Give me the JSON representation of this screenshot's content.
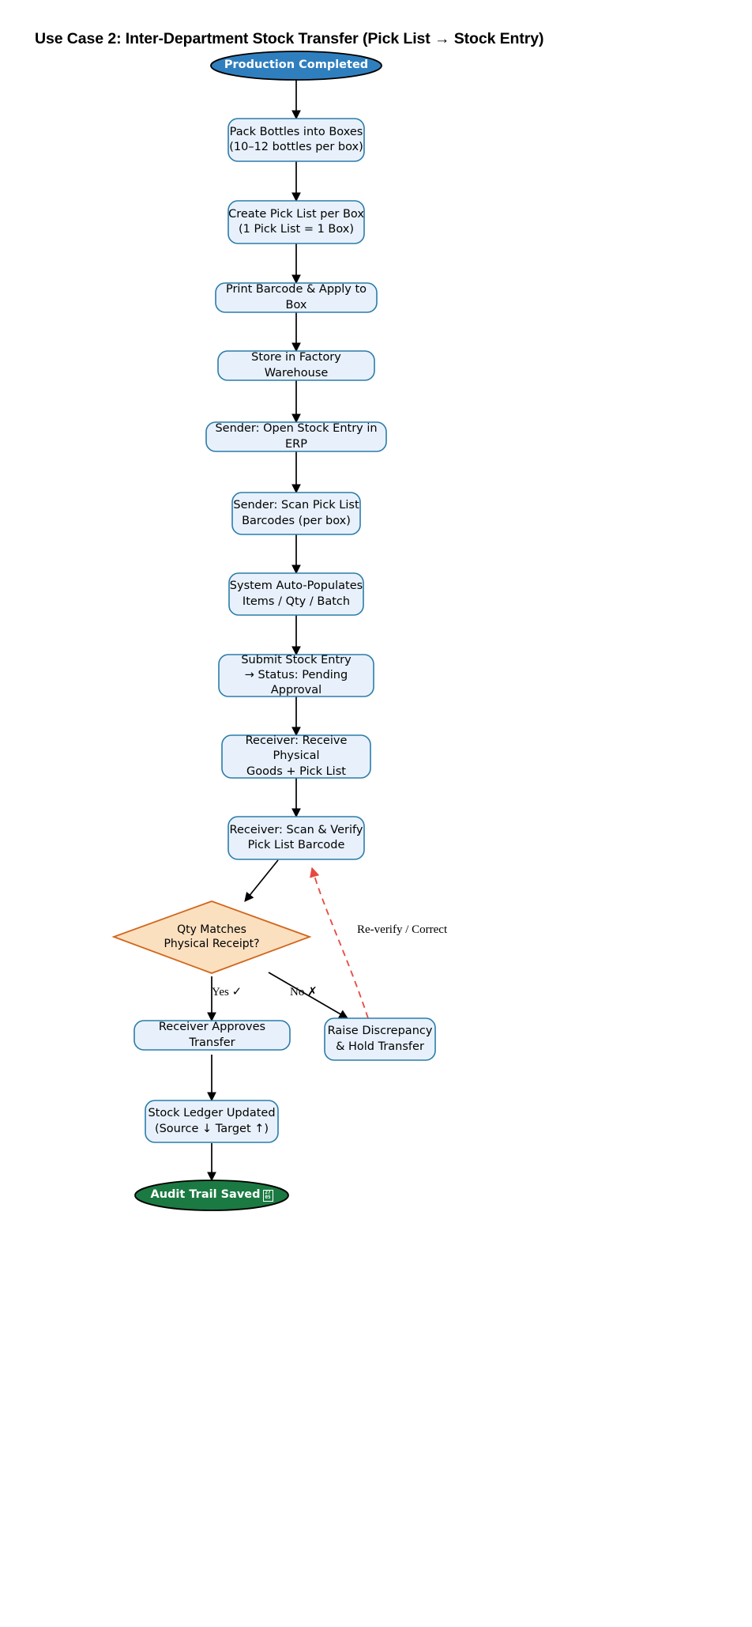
{
  "title": "Use Case 2: Inter-Department Stock Transfer (Pick List → Stock Entry)",
  "colors": {
    "start_fill": "#2f7fbf",
    "start_stroke": "#000000",
    "end_fill": "#1a7a42",
    "end_stroke": "#000000",
    "process_fill": "#e8f1fb",
    "process_stroke": "#2b7cab",
    "decision_fill": "#fbe0c0",
    "decision_stroke": "#d2661a",
    "edge": "#000000",
    "error_edge": "#e8473f",
    "text": "#000000",
    "terminal_text": "#ffffff"
  },
  "nodes": {
    "start": {
      "shape": "stadium",
      "lines": [
        "Production Completed"
      ]
    },
    "pack": {
      "shape": "rounded-rect",
      "lines": [
        "Pack Bottles into Boxes",
        "(10–12 bottles per box)"
      ]
    },
    "picklist": {
      "shape": "rounded-rect",
      "lines": [
        "Create Pick List per Box",
        "(1 Pick List = 1 Box)"
      ]
    },
    "barcode": {
      "shape": "rounded-rect",
      "lines": [
        "Print Barcode & Apply to Box"
      ]
    },
    "store": {
      "shape": "rounded-rect",
      "lines": [
        "Store in Factory Warehouse"
      ]
    },
    "openentry": {
      "shape": "rounded-rect",
      "lines": [
        "Sender: Open Stock Entry in ERP"
      ]
    },
    "scan": {
      "shape": "rounded-rect",
      "lines": [
        "Sender: Scan Pick List",
        "Barcodes (per box)"
      ]
    },
    "autopop": {
      "shape": "rounded-rect",
      "lines": [
        "System Auto-Populates",
        "Items / Qty / Batch"
      ]
    },
    "submit": {
      "shape": "rounded-rect",
      "lines": [
        "Submit Stock Entry",
        "→ Status: Pending Approval"
      ]
    },
    "receive": {
      "shape": "rounded-rect",
      "lines": [
        "Receiver: Receive Physical",
        "Goods + Pick List"
      ]
    },
    "verify": {
      "shape": "rounded-rect",
      "lines": [
        "Receiver: Scan & Verify",
        "Pick List Barcode"
      ]
    },
    "decision": {
      "shape": "diamond",
      "lines": [
        "Qty Matches",
        "Physical Receipt?"
      ]
    },
    "approve": {
      "shape": "rounded-rect",
      "lines": [
        "Receiver Approves Transfer"
      ]
    },
    "discrepancy": {
      "shape": "rounded-rect",
      "lines": [
        "Raise Discrepancy",
        "& Hold Transfer"
      ]
    },
    "ledger": {
      "shape": "rounded-rect",
      "lines": [
        "Stock Ledger Updated",
        "(Source ↓  Target ↑)"
      ]
    },
    "audit": {
      "shape": "stadium",
      "lines": [
        "Audit Trail Saved"
      ],
      "trailing_glyph": "missing-glyph-box"
    }
  },
  "edges": [
    {
      "from": "start",
      "to": "pack",
      "label": ""
    },
    {
      "from": "pack",
      "to": "picklist",
      "label": ""
    },
    {
      "from": "picklist",
      "to": "barcode",
      "label": ""
    },
    {
      "from": "barcode",
      "to": "store",
      "label": ""
    },
    {
      "from": "store",
      "to": "openentry",
      "label": ""
    },
    {
      "from": "openentry",
      "to": "scan",
      "label": ""
    },
    {
      "from": "scan",
      "to": "autopop",
      "label": ""
    },
    {
      "from": "autopop",
      "to": "submit",
      "label": ""
    },
    {
      "from": "submit",
      "to": "receive",
      "label": ""
    },
    {
      "from": "receive",
      "to": "verify",
      "label": ""
    },
    {
      "from": "verify",
      "to": "decision",
      "label": ""
    },
    {
      "from": "decision",
      "to": "approve",
      "label": "Yes ✓"
    },
    {
      "from": "decision",
      "to": "discrepancy",
      "label": "No ✗"
    },
    {
      "from": "discrepancy",
      "to": "verify",
      "label": "Re-verify / Correct",
      "style": "dashed-error"
    },
    {
      "from": "approve",
      "to": "ledger",
      "label": ""
    },
    {
      "from": "ledger",
      "to": "audit",
      "label": ""
    }
  ],
  "edge_labels": {
    "yes": "Yes ✓",
    "no": "No ✗",
    "reverify": "Re-verify / Correct"
  }
}
